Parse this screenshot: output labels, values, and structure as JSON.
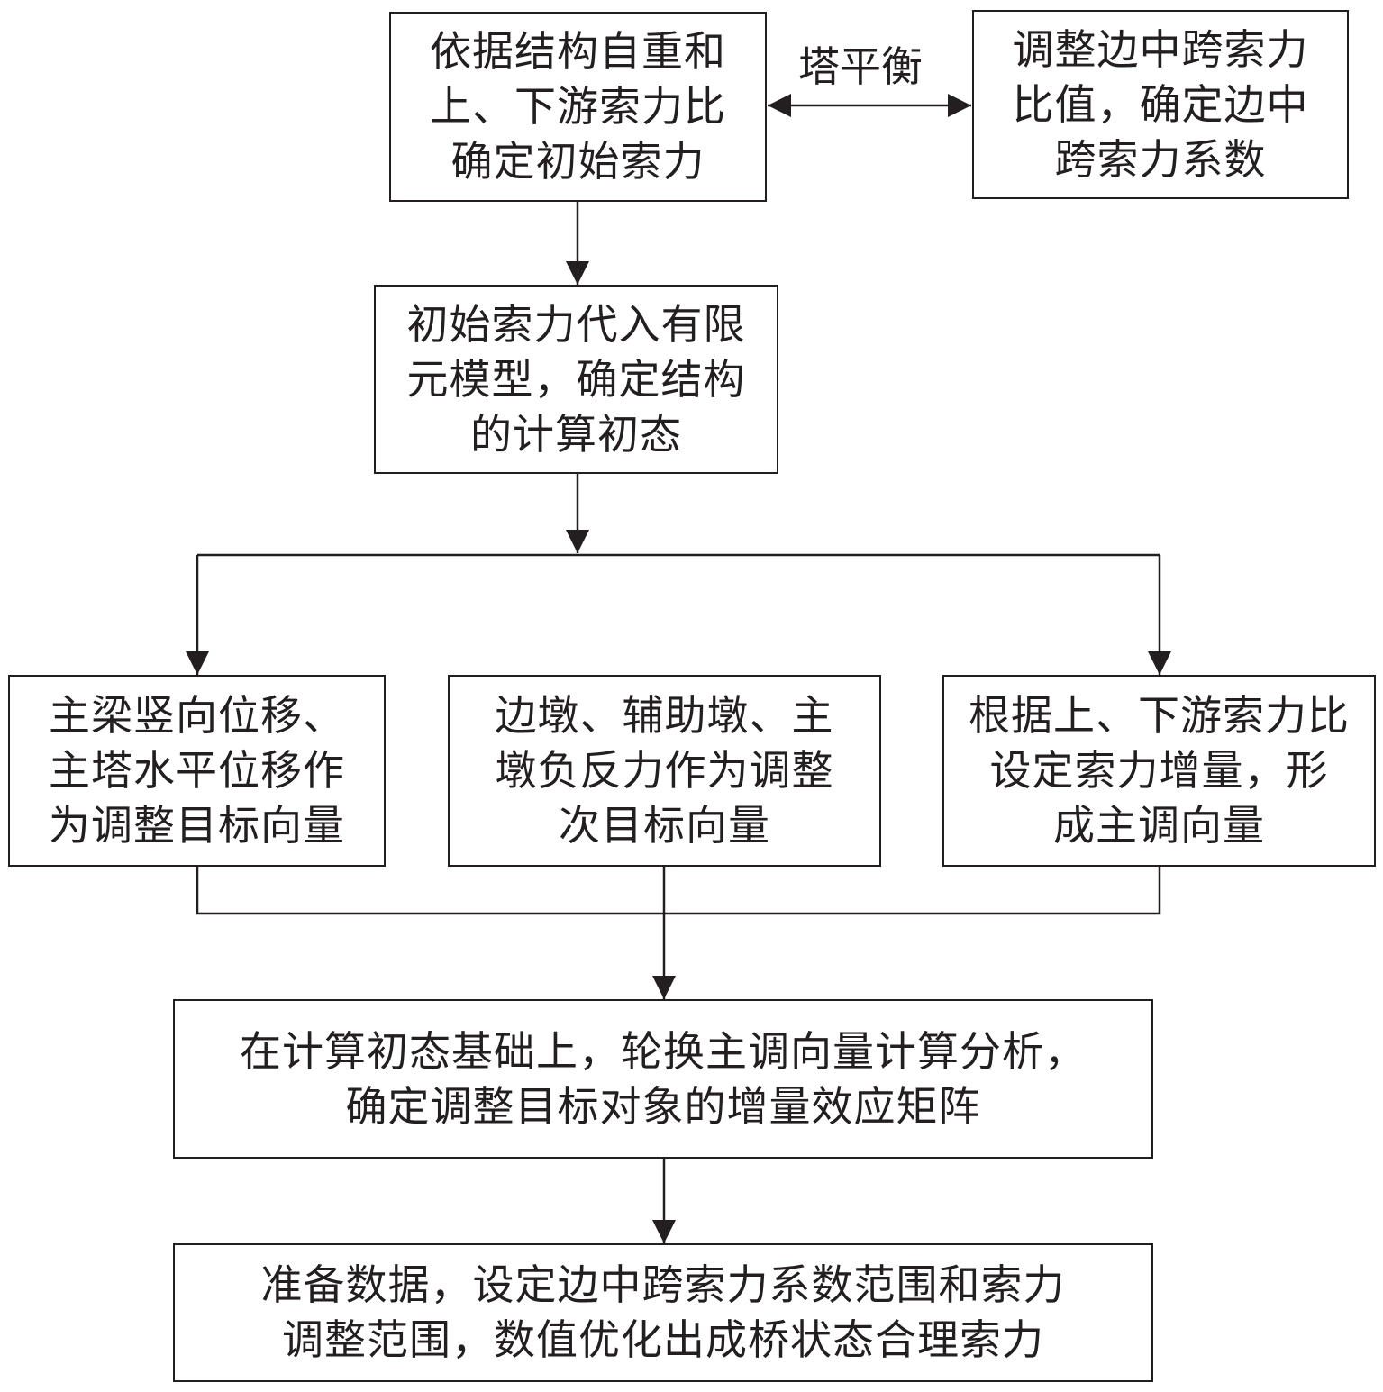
{
  "nodes": {
    "initial_force": {
      "lines": [
        "依据结构自重和",
        "上、下游索力比",
        "确定初始索力"
      ]
    },
    "span_ratio": {
      "lines": [
        "调整边中跨索力",
        "比值，确定边中",
        "跨索力系数"
      ]
    },
    "fe_model": {
      "lines": [
        "初始索力代入有限",
        "元模型，确定结构",
        "的计算初态"
      ]
    },
    "target_vector": {
      "lines": [
        "主梁竖向位移、",
        "主塔水平位移作",
        "为调整目标向量"
      ]
    },
    "secondary_vector": {
      "lines": [
        "边墩、辅助墩、主",
        "墩负反力作为调整",
        "次目标向量"
      ]
    },
    "main_vector": {
      "lines": [
        "根据上、下游索力比",
        "设定索力增量，形",
        "成主调向量"
      ]
    },
    "influence_matrix": {
      "lines": [
        "在计算初态基础上，轮换主调向量计算分析，",
        "确定调整目标对象的增量效应矩阵"
      ]
    },
    "optimize": {
      "lines": [
        "准备数据，设定边中跨索力系数范围和索力",
        "调整范围，数值优化出成桥状态合理索力"
      ]
    }
  },
  "edges": {
    "tower_balance_label": "塔平衡"
  },
  "colors": {
    "stroke": "#231f20",
    "background": "#ffffff"
  }
}
